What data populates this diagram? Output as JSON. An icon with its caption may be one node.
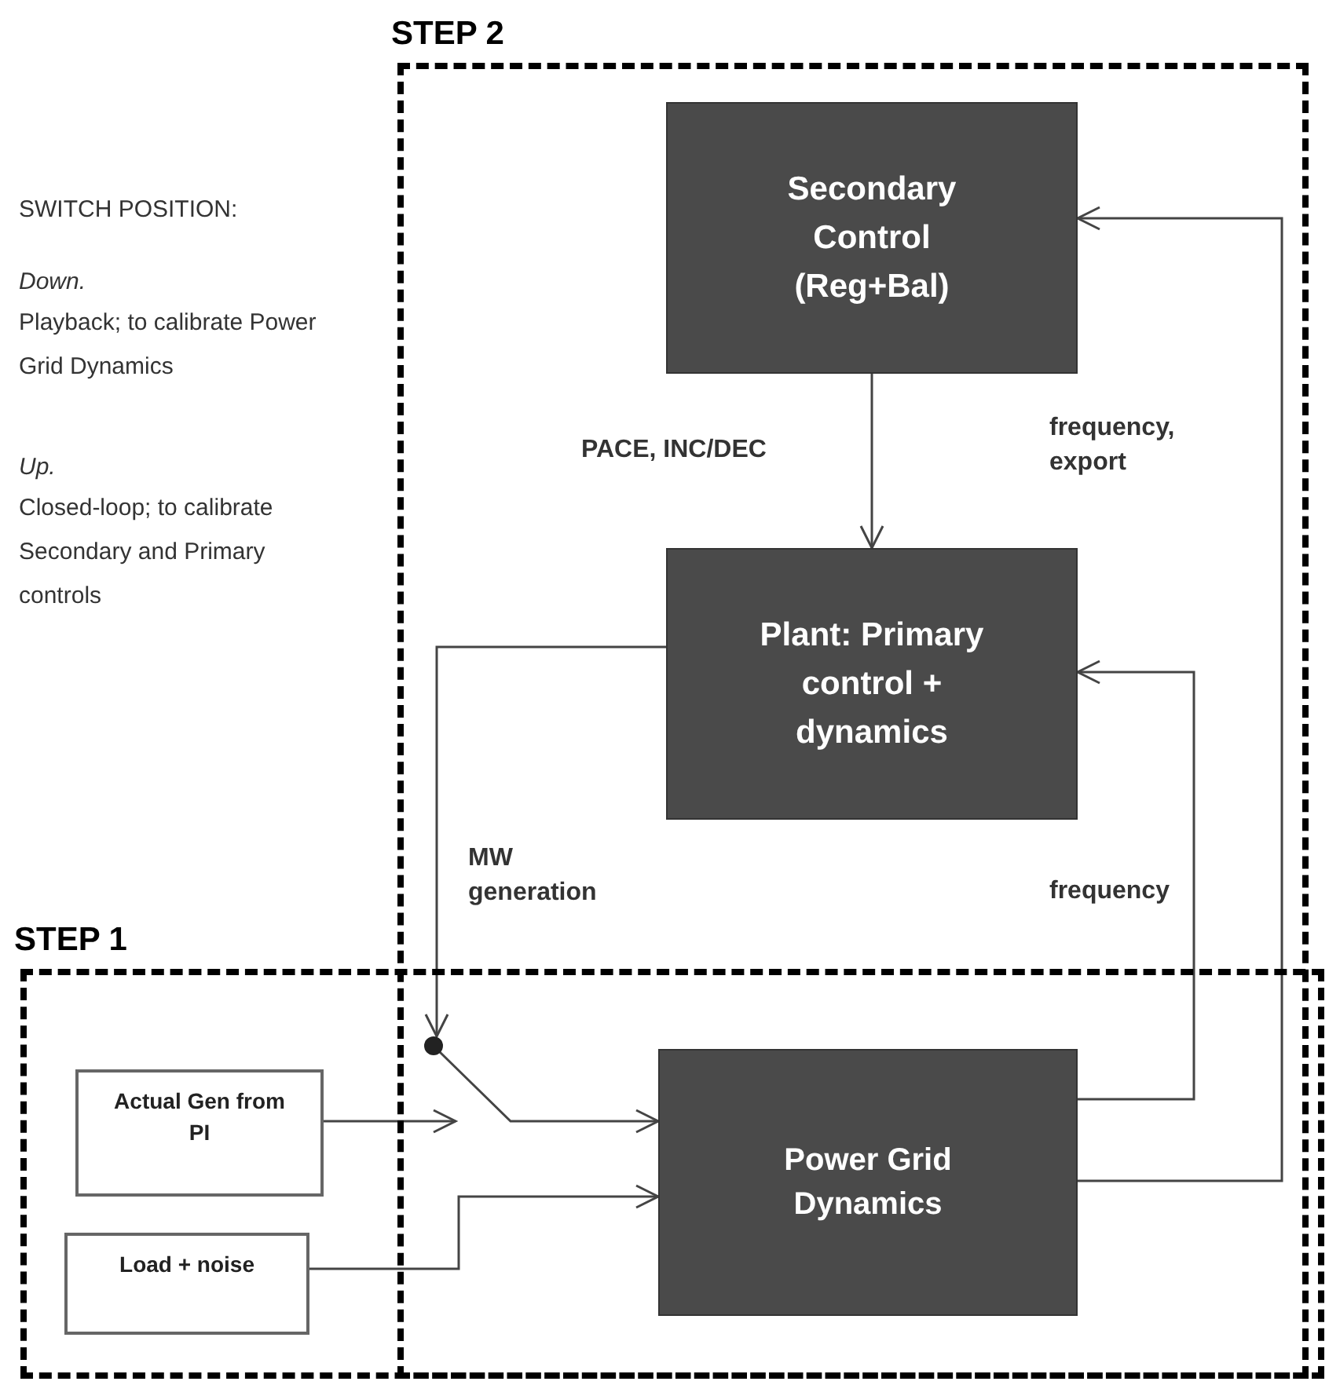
{
  "diagram": {
    "nodes": [
      {
        "text": [
          "STEP 2"
        ]
      },
      {
        "text": [
          "Secondary Control (Reg+Bal)"
        ],
        "in": 0
      },
      {
        "text": [
          "Plant: Primary control + dynamics"
        ],
        "in": 0
      },
      {
        "text": [
          "STEP 1"
        ]
      },
      {
        "text": [
          "Actual Gen from PI"
        ],
        "in": 3
      },
      {
        "text": [
          "Load + noise"
        ],
        "in": 3
      },
      {
        "text": [],
        "shape": "circle"
      },
      {
        "text": [
          "Power Grid Dynamics"
        ]
      }
    ],
    "edges": [
      {
        "from": 1,
        "to": 2,
        "arrow": "to",
        "label": "PACE, INC/DEC"
      },
      {
        "from": 7,
        "to": 1,
        "arrow": "to",
        "label": "frequency, export"
      },
      {
        "from": 7,
        "to": 2,
        "arrow": "to",
        "label": "frequency"
      },
      {
        "from": 2,
        "to": 6,
        "arrow": "to",
        "label": "MW generation"
      },
      {
        "from": 4,
        "to": null,
        "arrow": "to"
      },
      {
        "from": 6,
        "to": 7,
        "arrow": "to"
      },
      {
        "from": 5,
        "to": 7,
        "arrow": "to"
      }
    ],
    "labels": [
      "SWITCH POSITION:",
      "Down.",
      "Playback; to calibrate Power Grid Dynamics",
      "Up.",
      "Closed-loop; to calibrate Secondary and Primary controls"
    ]
  }
}
